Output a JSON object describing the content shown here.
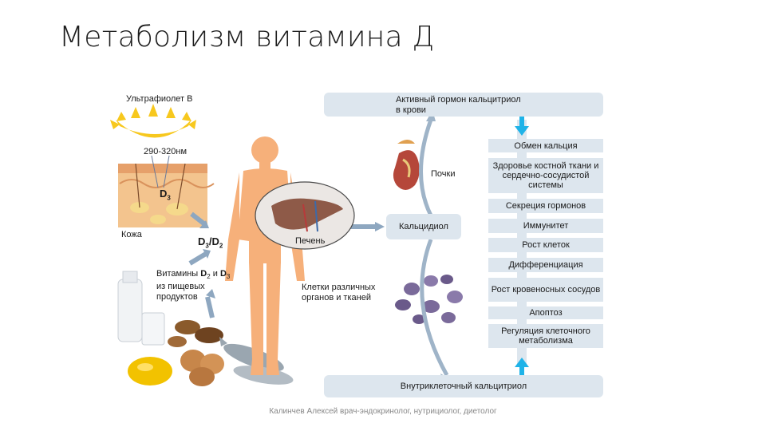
{
  "title": "Метаболизм витамина Д",
  "diagram": {
    "uv_label": "Ультрафиолет В",
    "wavelength": "290-320нм",
    "d3_skin": "D",
    "d3_sub": "3",
    "skin_label": "Кожа",
    "d3d2_a": "D",
    "d3d2_a_sub": "3",
    "d3d2_sep": "/",
    "d3d2_b": "D",
    "d3d2_b_sub": "2",
    "food_line1_pre": "Витамины ",
    "food_d2": "D",
    "food_d2_sub": "2",
    "food_and": " и ",
    "food_d3": "D",
    "food_d3_sub": "3",
    "food_line2": "из пищевых",
    "food_line3": "продуктов",
    "liver_label": "Печень",
    "kidney_label": "Почки",
    "calcidiol": "Кальцидиол",
    "cells_line1": "Клетки различных",
    "cells_line2": "органов и тканей",
    "active_line1": "Активный гормон кальцитриол",
    "active_line2": "в крови",
    "intracellular": "Внутриклеточный кальцитриол",
    "effects": [
      "Обмен кальция",
      "Здоровье костной ткани и сердечно-сосудистой системы",
      "Секреция гормонов",
      "Иммунитет",
      "Рост клеток",
      "Дифференциация",
      "Рост кровеносных сосудов",
      "Апоптоз",
      "Регуляция клеточного метаболизма"
    ]
  },
  "footer": "Калинчев Алексей врач-эндокринолог, нутрициолог, диетолог",
  "colors": {
    "box": "#dde6ee",
    "arrow_gray": "#8ea7c0",
    "arrow_cyan": "#1fb3e8",
    "body": "#f6b07a",
    "sun": "#f7c81e"
  }
}
